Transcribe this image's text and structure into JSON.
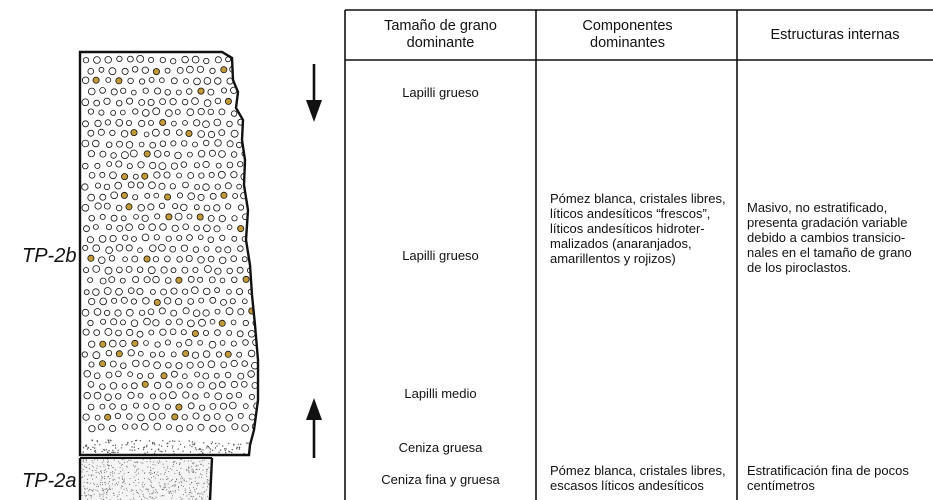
{
  "units": {
    "upper": "TP-2b",
    "lower": "TP-2a"
  },
  "table": {
    "headers": {
      "grain_size": "Tamaño de grano dominante",
      "components": "Componentes dominantes",
      "structures": "Estructuras internas"
    },
    "grain_sizes": {
      "top": "Lapilli grueso",
      "middle": "Lapilli grueso",
      "lower": "Lapilli medio",
      "base": "Ceniza gruesa",
      "tp2a": "Ceniza fina y gruesa"
    },
    "components": {
      "tp2b_lines": [
        "Pómez blanca, cristales libres,",
        "líticos andesíticos “frescos”,",
        "líticos andesíticos hidroter-",
        "malizados (anaranjados,",
        "amarillentos y rojizos)"
      ],
      "tp2a_lines": [
        "Pómez blanca, cristales libres,",
        "escasos líticos andesíticos"
      ]
    },
    "structures": {
      "tp2b_lines": [
        "Masivo, no estratificado,",
        "presenta gradación variable",
        "debido a cambios transicio-",
        "nales en el tamaño de grano",
        "de los piroclastos."
      ],
      "tp2a_lines": [
        "Estratificación fina de pocos",
        "centímetros"
      ]
    }
  },
  "colors": {
    "line": "#111111",
    "pumice": "#ffffff",
    "lithic": "#c39a3a",
    "stipple": "#555555"
  },
  "arrows": {
    "top": "down",
    "bottom": "up"
  }
}
